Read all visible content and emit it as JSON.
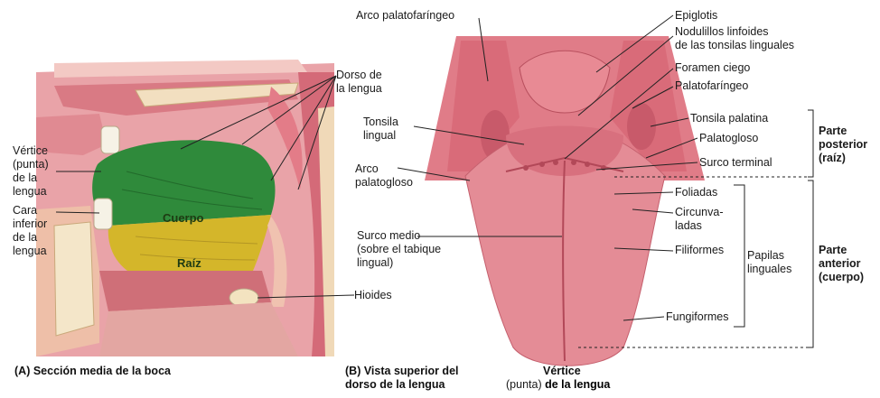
{
  "colors": {
    "tissue": "#e88a94",
    "tongue": "#e48c96",
    "body": "#2f8a3b",
    "root": "#d4b62a",
    "bone": "#f1e4c8",
    "text": "#1a1a1a"
  },
  "panelA": {
    "caption": "(A) Sección media de la boca",
    "labels": {
      "dorso": "Dorso de\nla lengua",
      "vertice": "Vértice\n(punta)\nde la\nlengua",
      "cara": "Cara\ninferior\nde la\nlengua",
      "cuerpo": "Cuerpo",
      "raiz": "Raíz",
      "hioides": "Hioides"
    }
  },
  "panelB": {
    "caption": "(B) Vista superior del\ndorso de la lengua",
    "caption_vertice_part1": "(punta)",
    "caption_vertice_part2": "de la lengua",
    "caption_vertice_top": "Vértice",
    "labels": {
      "arco_palatofaringeo": "Arco palatofaríngeo",
      "epiglotis": "Epiglotis",
      "nodulillos": "Nodulillos linfoides\nde las tonsilas linguales",
      "foramen": "Foramen ciego",
      "palatofaringeo": "Palatofaríngeo",
      "tonsila_lingual": "Tonsila\nlingual",
      "tonsila_palatina": "Tonsila palatina",
      "palatogloso": "Palatogloso",
      "arco_palatogloso": "Arco\npalatogloso",
      "surco_terminal": "Surco terminal",
      "foliadas": "Foliadas",
      "circunvaladas": "Circunva-\nladas",
      "filiformes": "Filiformes",
      "papilas": "Papilas\nlinguales",
      "surco_medio": "Surco medio\n(sobre el tabique\nlingual)",
      "fungiformes": "Fungiformes",
      "parte_posterior": "Parte\nposterior\n(raíz)",
      "parte_anterior": "Parte\nanterior\n(cuerpo)"
    }
  }
}
